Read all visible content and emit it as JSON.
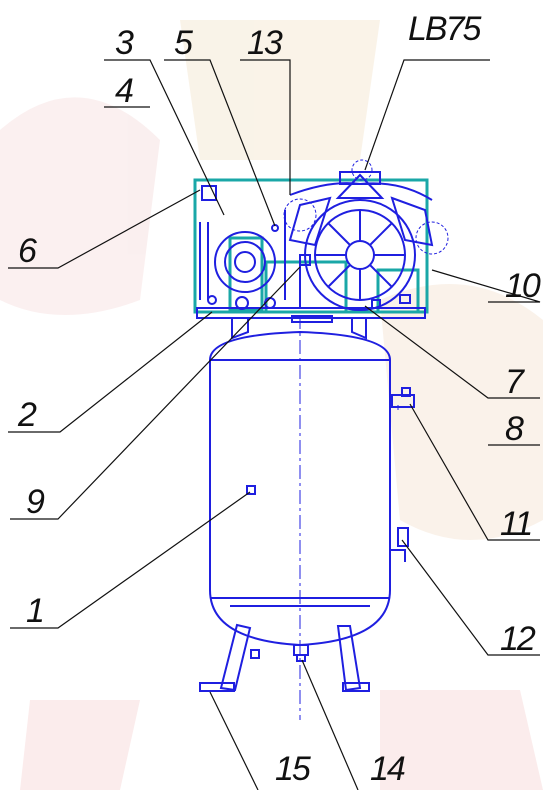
{
  "drawing": {
    "labels": {
      "n1": "1",
      "n2": "2",
      "n3": "3",
      "n4": "4",
      "n5": "5",
      "n6": "6",
      "n7": "7",
      "n8": "8",
      "n9": "9",
      "n10": "10",
      "n11": "11",
      "n12": "12",
      "n13": "13",
      "n14": "14",
      "n15": "15",
      "model": "LB75"
    },
    "colors": {
      "outline": "#1f1fe0",
      "frame": "#1aa7a7",
      "leader": "#111111",
      "watermark": "#f3e2c4",
      "watermark2": "#f7d6d6"
    }
  }
}
